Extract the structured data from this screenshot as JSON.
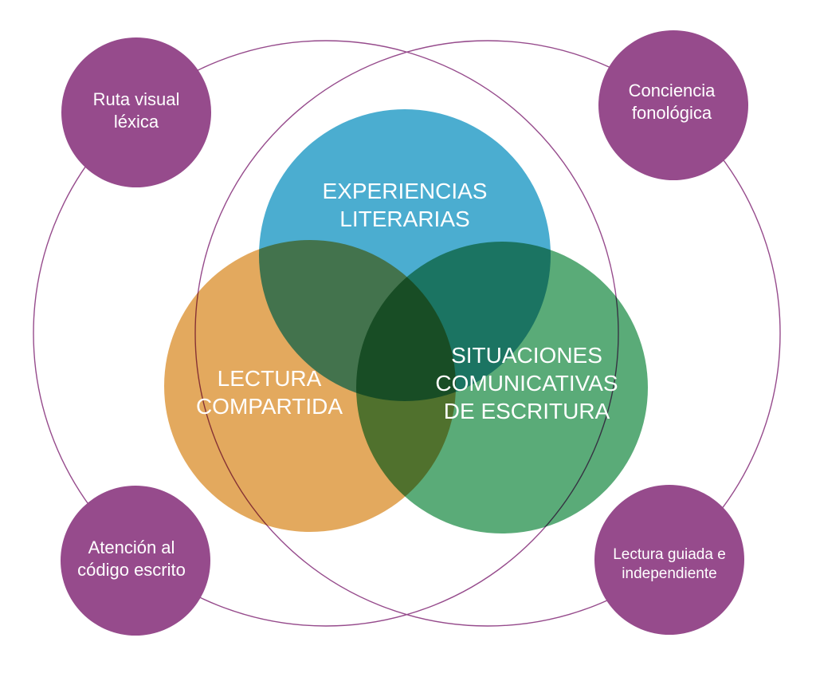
{
  "colors": {
    "background": "#ffffff",
    "node_fill": "#964b8c",
    "ring_stroke": "#964b8c",
    "experiencias": "#4badd0",
    "lectura_compartida": "#e3a95e",
    "situaciones": "#5aab78",
    "label_text": "#ffffff"
  },
  "venn": {
    "experiencias_literarias": "EXPERIENCIAS\nLITERARIAS",
    "lectura_compartida": "LECTURA\nCOMPARTIDA",
    "situaciones_comunicativas": "SITUACIONES\nCOMUNICATIVAS\nDE ESCRITURA"
  },
  "nodes": {
    "ruta_visual": "Ruta visual\nléxica",
    "conciencia": "Conciencia\nfonológica",
    "atencion": "Atención al\ncódigo escrito",
    "lectura_guiada": "Lectura guiada e\nindependiente"
  }
}
